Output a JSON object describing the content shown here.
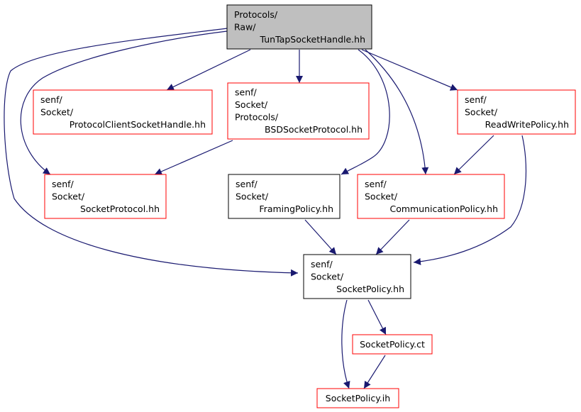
{
  "colors": {
    "root_fill": "#bfbfbf",
    "edge": "#191970",
    "border_missing": "#ff0000",
    "border_normal": "#000000"
  },
  "nodes": [
    {
      "id": "root",
      "lines": [
        "Protocols/",
        "Raw/",
        "TunTapSocketHandle.hh"
      ],
      "style": "root"
    },
    {
      "id": "protocol-client-socket-handle",
      "lines": [
        "senf/",
        "Socket/",
        "ProtocolClientSocketHandle.hh"
      ],
      "style": "missing"
    },
    {
      "id": "bsd-socket-protocol",
      "lines": [
        "senf/",
        "Socket/",
        "Protocols/",
        "BSDSocketProtocol.hh"
      ],
      "style": "missing"
    },
    {
      "id": "read-write-policy",
      "lines": [
        "senf/",
        "Socket/",
        "ReadWritePolicy.hh"
      ],
      "style": "missing"
    },
    {
      "id": "socket-protocol",
      "lines": [
        "senf/",
        "Socket/",
        "SocketProtocol.hh"
      ],
      "style": "missing"
    },
    {
      "id": "framing-policy",
      "lines": [
        "senf/",
        "Socket/",
        "FramingPolicy.hh"
      ],
      "style": "normal"
    },
    {
      "id": "communication-policy",
      "lines": [
        "senf/",
        "Socket/",
        "CommunicationPolicy.hh"
      ],
      "style": "missing"
    },
    {
      "id": "socket-policy-hh",
      "lines": [
        "senf/",
        "Socket/",
        "SocketPolicy.hh"
      ],
      "style": "normal"
    },
    {
      "id": "socket-policy-ct",
      "lines": [
        "SocketPolicy.ct"
      ],
      "style": "missing"
    },
    {
      "id": "socket-policy-ih",
      "lines": [
        "SocketPolicy.ih"
      ],
      "style": "missing"
    }
  ],
  "edges": [
    {
      "from": "root",
      "to": "protocol-client-socket-handle"
    },
    {
      "from": "root",
      "to": "bsd-socket-protocol"
    },
    {
      "from": "root",
      "to": "read-write-policy"
    },
    {
      "from": "root",
      "to": "socket-protocol"
    },
    {
      "from": "root",
      "to": "framing-policy"
    },
    {
      "from": "root",
      "to": "communication-policy"
    },
    {
      "from": "root",
      "to": "socket-policy-hh"
    },
    {
      "from": "bsd-socket-protocol",
      "to": "socket-protocol"
    },
    {
      "from": "read-write-policy",
      "to": "communication-policy"
    },
    {
      "from": "read-write-policy",
      "to": "socket-policy-hh"
    },
    {
      "from": "framing-policy",
      "to": "socket-policy-hh"
    },
    {
      "from": "communication-policy",
      "to": "socket-policy-hh"
    },
    {
      "from": "socket-policy-hh",
      "to": "socket-policy-ct"
    },
    {
      "from": "socket-policy-hh",
      "to": "socket-policy-ih"
    },
    {
      "from": "socket-policy-ct",
      "to": "socket-policy-ih"
    }
  ]
}
